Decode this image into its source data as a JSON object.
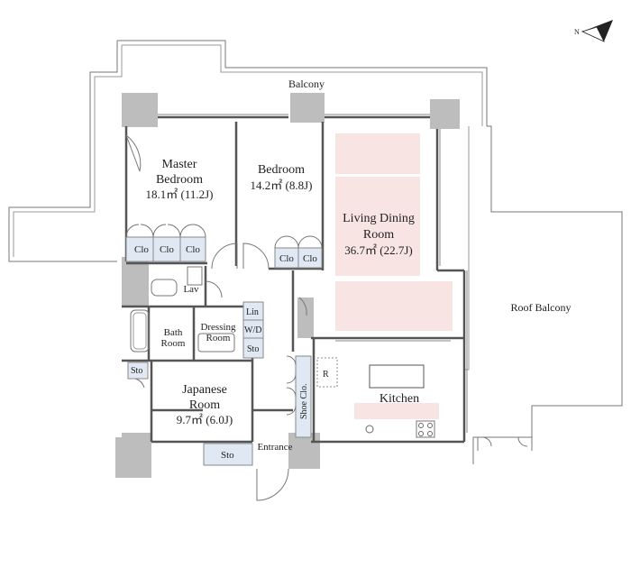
{
  "compass": {
    "north_label": "N",
    "icon": "compass-icon"
  },
  "colors": {
    "wall": "#bdbdbd",
    "storage_fill": "#dfe8f3",
    "highlight": "#f9e4e4"
  },
  "rooms": {
    "balcony": "Balcony",
    "roof_balcony": "Roof Balcony",
    "master_bedroom": {
      "line1": "Master",
      "line2": "Bedroom",
      "area": "18.1㎡ (11.2J)"
    },
    "bedroom": {
      "line1": "Bedroom",
      "area": "14.2㎡ (8.8J)"
    },
    "living_dining": {
      "line1": "Living Dining",
      "line2": "Room",
      "area": "36.7㎡ (22.7J)"
    },
    "kitchen": "Kitchen",
    "japanese": {
      "line1": "Japanese",
      "line2": "Room",
      "area": "9.7㎡ (6.0J)"
    },
    "lav": "Lav",
    "bath": {
      "line1": "Bath",
      "line2": "Room"
    },
    "dressing": {
      "line1": "Dressing",
      "line2": "Room"
    },
    "entrance": "Entrance"
  },
  "storage": {
    "clo": "Clo",
    "sto": "Sto",
    "lin": "Lin",
    "wd": "W/D",
    "shoe_clo": "Shoe Clo.",
    "fridge": "R"
  }
}
